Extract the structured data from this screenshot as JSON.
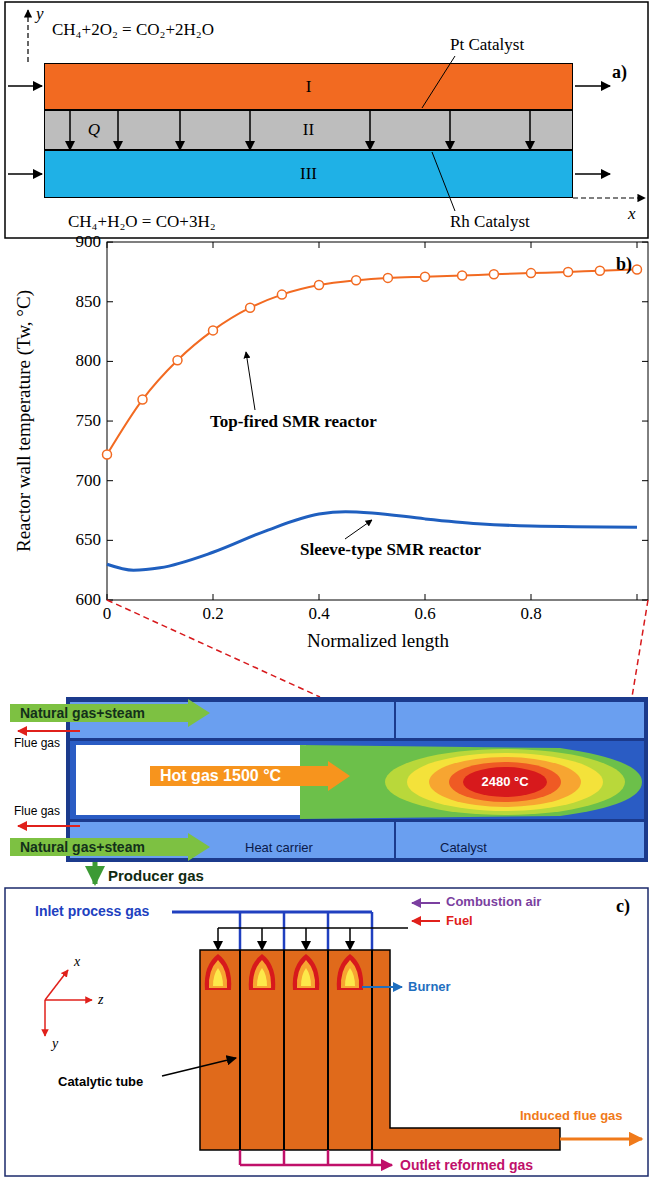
{
  "diagram": {
    "nodes": [
      {
        "text": [
          "I"
        ]
      },
      {
        "text": [
          "II"
        ]
      },
      {
        "text": [
          "III"
        ]
      },
      {
        "text": [
          "Natural gas+steam"
        ]
      },
      {
        "text": [
          "Hot gas 1500 °C"
        ]
      },
      {
        "text": [
          "Natural gas+steam"
        ]
      }
    ],
    "edges": [
      {
        "from": 0,
        "to": 2,
        "arrow": "to"
      },
      {
        "from": 0,
        "to": 2,
        "arrow": "to"
      },
      {
        "from": 0,
        "to": 2,
        "arrow": "to"
      },
      {
        "from": 0,
        "to": 2,
        "arrow": "to"
      },
      {
        "from": 0,
        "to": 2,
        "arrow": "to"
      },
      {
        "from": 0,
        "to": 2,
        "arrow": "to"
      },
      {
        "from": 0,
        "to": 2,
        "arrow": "to"
      }
    ],
    "labels": [
      "y",
      "CH₄+2O₂ = CO₂+2H₂O",
      "Pt Catalyst",
      "a)",
      "Q",
      "CH₄+H₂O = CO+3H₂",
      "Rh Catalyst",
      "x",
      "900",
      "850",
      "800",
      "750",
      "700",
      "650",
      "600",
      "0",
      "0.2",
      "0.4",
      "0.6",
      "0.8",
      "Reactor wall temperature (Tw, °C)",
      "Normalized length",
      "b)",
      "Top-fired SMR reactor",
      "Sleeve-type SMR reactor",
      "Flue gas",
      "2480 °C",
      "Flue gas",
      "Heat carrier",
      "Catalyst",
      "Producer gas",
      "Inlet process gas",
      "Combustion air",
      "Fuel",
      "Burner",
      "Catalytic tube",
      "Induced flue gas",
      "Outlet reformed gas",
      "x",
      "z",
      "y",
      "c)"
    ]
  }
}
